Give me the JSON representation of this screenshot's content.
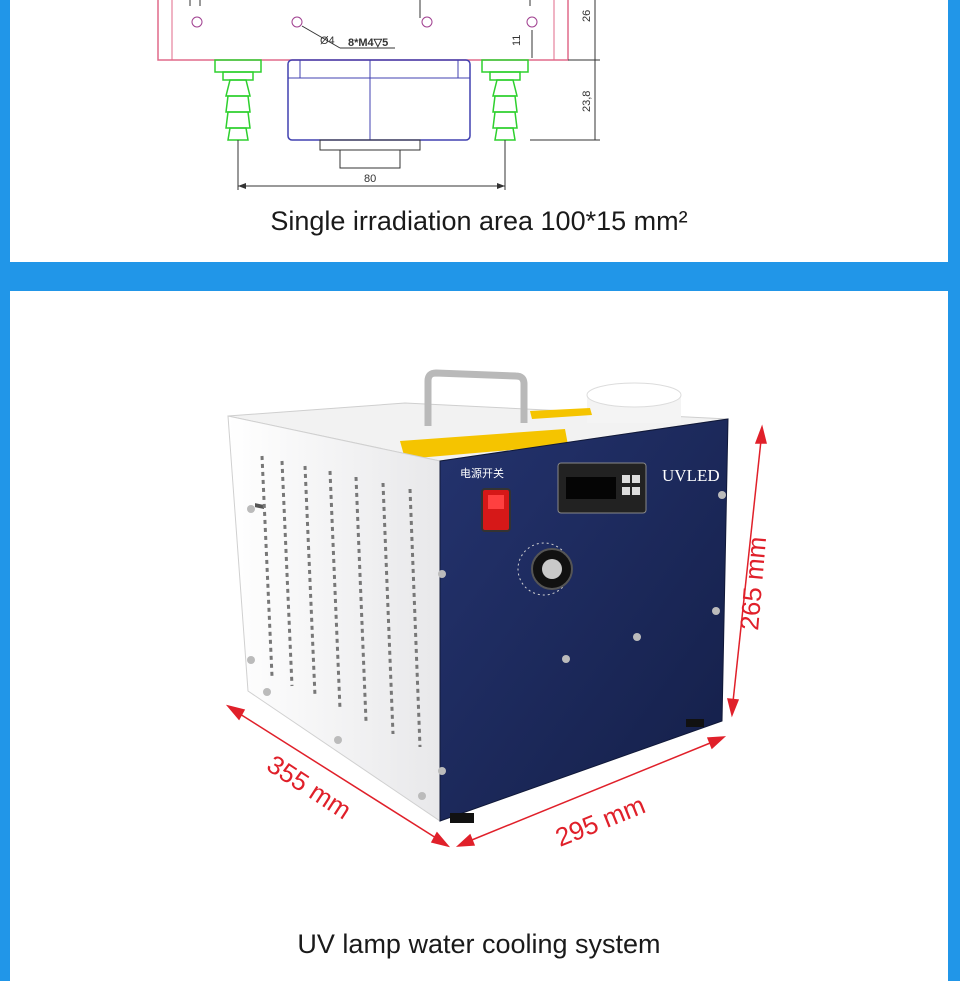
{
  "top_panel": {
    "caption": "Single irradiation area 100*15 mm²",
    "drawing": {
      "dim_width": "80",
      "dim_height_upper": "26",
      "dim_height_lower": "23,8",
      "dim_small": "11",
      "hole_note": "8*M4▽5",
      "hole_dia": "Ø4"
    }
  },
  "bottom_panel": {
    "caption": "UV lamp water cooling system",
    "device": {
      "brand": "UVLED",
      "switch_label": "电源开关"
    },
    "dimensions": {
      "height": "265 mm",
      "depth": "355 mm",
      "width": "295 mm"
    }
  },
  "colors": {
    "background": "#2196e8",
    "panel": "#ffffff",
    "device_front": "#1c2a5c",
    "dimension_red": "#e0202a"
  }
}
